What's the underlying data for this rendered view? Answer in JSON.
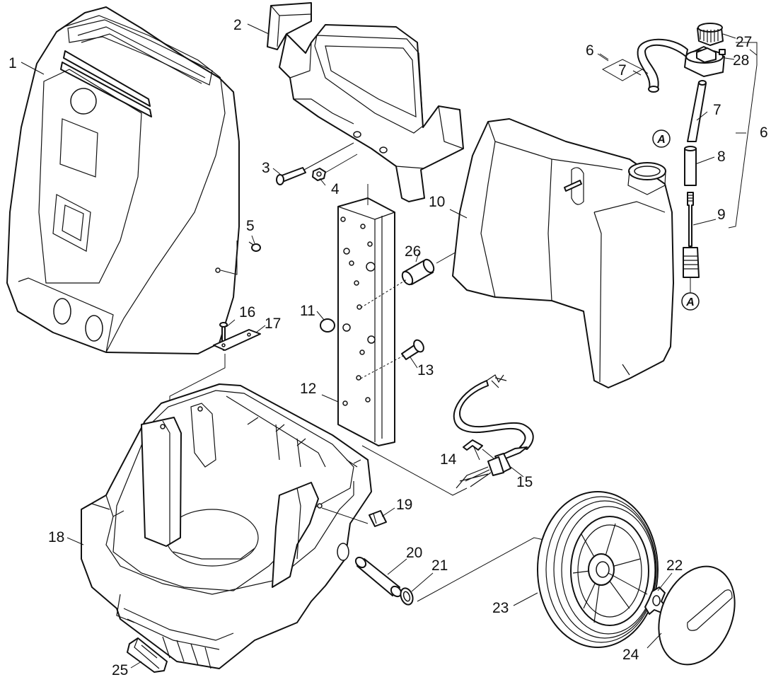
{
  "labels": {
    "p1": "1",
    "p2": "2",
    "p3": "3",
    "p4": "4",
    "p5": "5",
    "p6a": "6",
    "p6b": "6",
    "p7a": "7",
    "p7b": "7",
    "p8": "8",
    "p9": "9",
    "p10": "10",
    "p11": "11",
    "p12": "12",
    "p13": "13",
    "p14": "14",
    "p15": "15",
    "p16": "16",
    "p17": "17",
    "p18": "18",
    "p19": "19",
    "p20": "20",
    "p21": "21",
    "p22": "22",
    "p23": "23",
    "p24": "24",
    "p25": "25",
    "p26": "26",
    "p27": "27",
    "p28": "28"
  },
  "connectors": {
    "a_top": "A",
    "a_bottom": "A"
  }
}
